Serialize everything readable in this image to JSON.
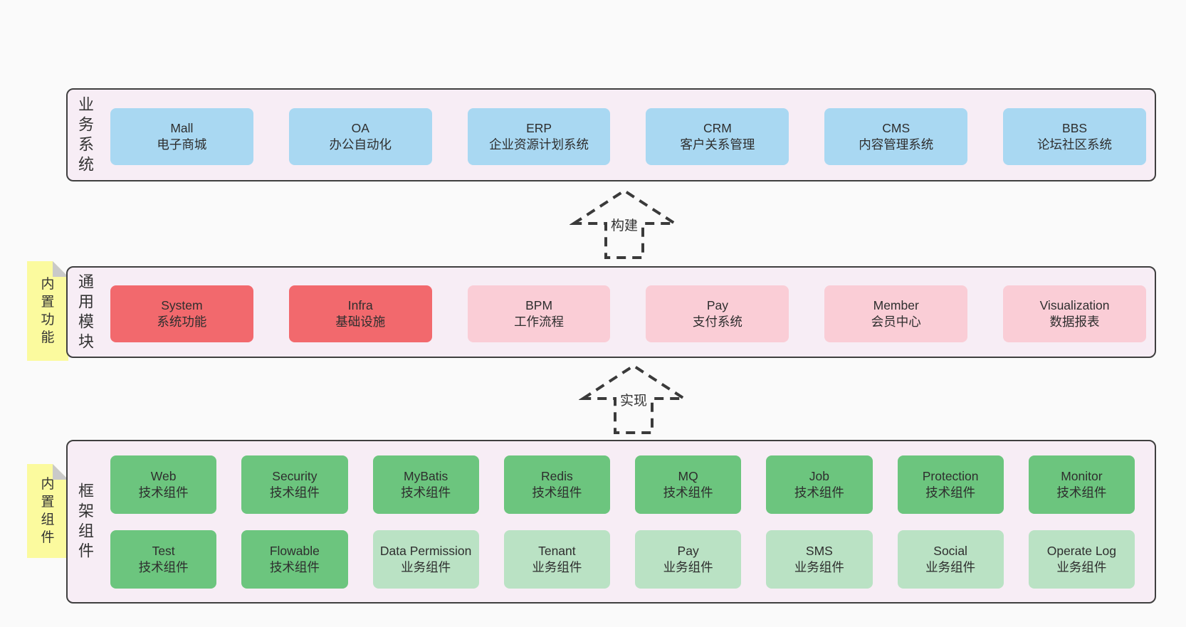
{
  "colors": {
    "page_bg": "#FAFAFA",
    "layer_bg": "#F7EDF5",
    "layer_border": "#3F3F3F",
    "blue_box": "#A9D8F2",
    "red_box": "#F2696D",
    "pink_box": "#FACDD6",
    "green_box": "#6CC57E",
    "light_green_box": "#BAE2C4",
    "sticky_bg": "#FBFA9E",
    "sticky_fold": "#C9C9C9",
    "arrow_stroke": "#3A3A3A",
    "text": "#333333"
  },
  "arrows": [
    {
      "label": "构建"
    },
    {
      "label": "实现"
    }
  ],
  "layers": [
    {
      "label": "业务系统",
      "rows": [
        [
          {
            "title": "Mall",
            "subtitle": "电子商城",
            "variant": "blue"
          },
          {
            "title": "OA",
            "subtitle": "办公自动化",
            "variant": "blue"
          },
          {
            "title": "ERP",
            "subtitle": "企业资源计划系统",
            "variant": "blue"
          },
          {
            "title": "CRM",
            "subtitle": "客户关系管理",
            "variant": "blue"
          },
          {
            "title": "CMS",
            "subtitle": "内容管理系统",
            "variant": "blue"
          },
          {
            "title": "BBS",
            "subtitle": "论坛社区系统",
            "variant": "blue"
          }
        ]
      ]
    },
    {
      "label": "通用模块",
      "sticky": "内置功能",
      "rows": [
        [
          {
            "title": "System",
            "subtitle": "系统功能",
            "variant": "red"
          },
          {
            "title": "Infra",
            "subtitle": "基础设施",
            "variant": "red"
          },
          {
            "title": "BPM",
            "subtitle": "工作流程",
            "variant": "pink"
          },
          {
            "title": "Pay",
            "subtitle": "支付系统",
            "variant": "pink"
          },
          {
            "title": "Member",
            "subtitle": "会员中心",
            "variant": "pink"
          },
          {
            "title": "Visualization",
            "subtitle": "数据报表",
            "variant": "pink"
          }
        ]
      ]
    },
    {
      "label": "框架组件",
      "sticky": "内置组件",
      "rows": [
        [
          {
            "title": "Web",
            "subtitle": "技术组件",
            "variant": "green"
          },
          {
            "title": "Security",
            "subtitle": "技术组件",
            "variant": "green"
          },
          {
            "title": "MyBatis",
            "subtitle": "技术组件",
            "variant": "green"
          },
          {
            "title": "Redis",
            "subtitle": "技术组件",
            "variant": "green"
          },
          {
            "title": "MQ",
            "subtitle": "技术组件",
            "variant": "green"
          },
          {
            "title": "Job",
            "subtitle": "技术组件",
            "variant": "green"
          },
          {
            "title": "Protection",
            "subtitle": "技术组件",
            "variant": "green"
          },
          {
            "title": "Monitor",
            "subtitle": "技术组件",
            "variant": "green"
          }
        ],
        [
          {
            "title": "Test",
            "subtitle": "技术组件",
            "variant": "green"
          },
          {
            "title": "Flowable",
            "subtitle": "技术组件",
            "variant": "green"
          },
          {
            "title": "Data Permission",
            "subtitle": "业务组件",
            "variant": "lightgreen"
          },
          {
            "title": "Tenant",
            "subtitle": "业务组件",
            "variant": "lightgreen"
          },
          {
            "title": "Pay",
            "subtitle": "业务组件",
            "variant": "lightgreen"
          },
          {
            "title": "SMS",
            "subtitle": "业务组件",
            "variant": "lightgreen"
          },
          {
            "title": "Social",
            "subtitle": "业务组件",
            "variant": "lightgreen"
          },
          {
            "title": "Operate Log",
            "subtitle": "业务组件",
            "variant": "lightgreen"
          }
        ]
      ]
    }
  ]
}
